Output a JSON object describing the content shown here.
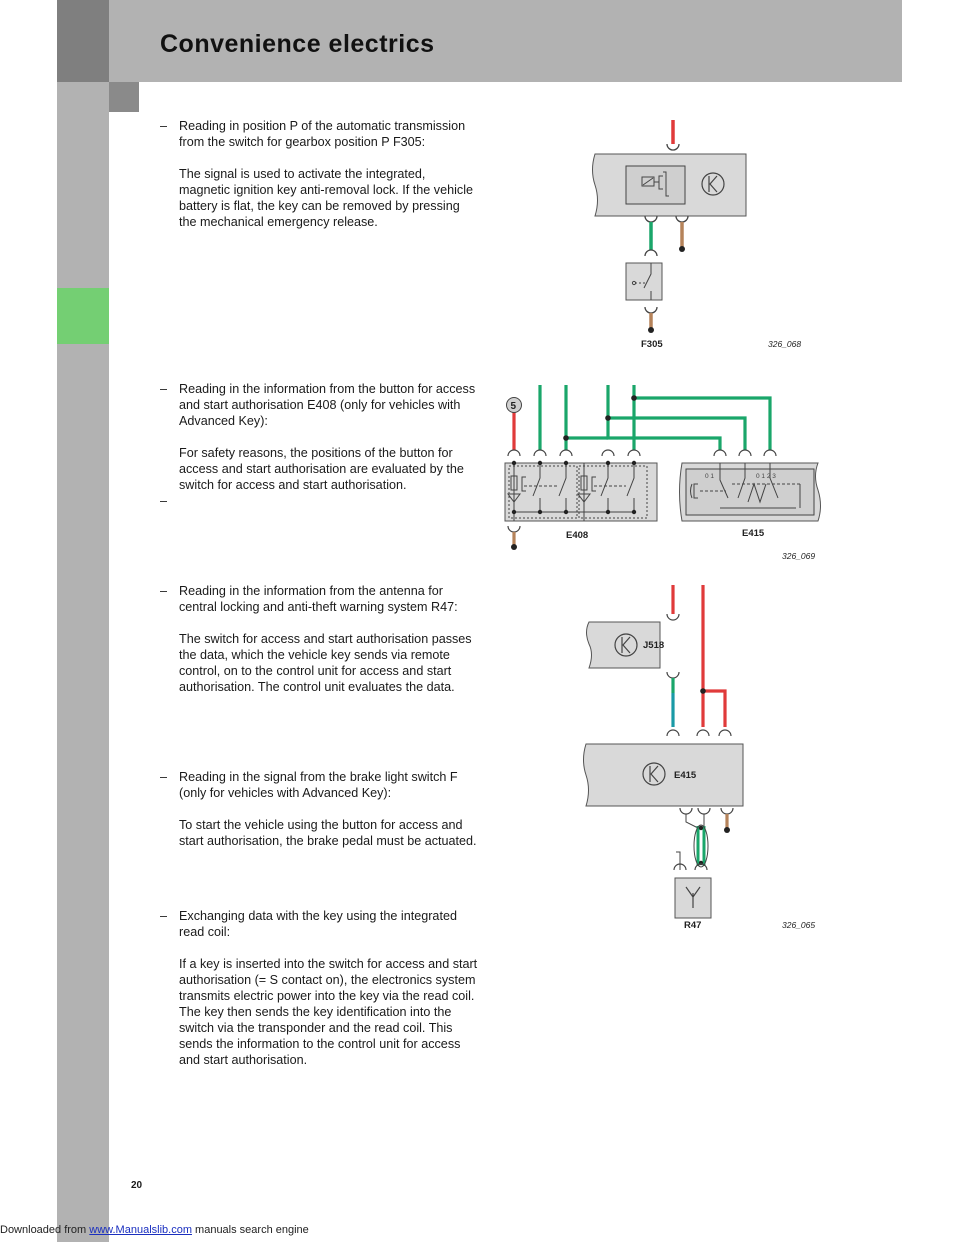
{
  "header": {
    "title": "Convenience electrics"
  },
  "paragraphs": [
    {
      "dash": "–",
      "lead": "Reading in position P of the automatic transmission from the switch for gearbox position P F305:",
      "body": "The signal is used to activate the integrated, magnetic ignition key anti-removal lock. If the vehicle battery is flat, the key can be removed by pressing the mechanical emergency release."
    },
    {
      "dash": "–",
      "lead": "Reading in the information from the button for access and start authorisation E408 (only for vehicles with Advanced Key):",
      "body": "For safety reasons, the positions of the button for access and start authorisation are evaluated by the switch for access and start authorisation.",
      "trailing_dash": "–"
    },
    {
      "dash": "–",
      "lead": "Reading in the information from the antenna for central locking and anti-theft warning system R47:",
      "body": "The switch for access and start authorisation passes the data, which the vehicle key sends via remote control, on to the control unit for access and start authorisation. The control unit evaluates the data."
    },
    {
      "dash": "–",
      "lead": "Reading in the signal from the brake light switch F (only for vehicles with Advanced Key):",
      "body": "To start the vehicle using the button for access and start authorisation, the brake pedal must be actuated."
    },
    {
      "dash": "–",
      "lead": "Exchanging data with the key using the integrated read coil:",
      "body": "If a key is inserted into the switch for access and start authorisation (= S contact on), the electronics system transmits electric power into the key via the read coil. The key then sends the key identification into the switch via the transponder and the read coil. This sends the information to the control unit for access and start authorisation."
    }
  ],
  "diagrams": {
    "d1": {
      "component_label": "F305",
      "figure_id": "326_068"
    },
    "d2": {
      "marker": "5",
      "label_left": "E408",
      "label_right": "E415",
      "figure_id": "326_069",
      "switch_marks_1": "0 1",
      "switch_marks_2": "0 1 2 3"
    },
    "d3": {
      "control_unit_label": "J518",
      "switch_label": "E415",
      "antenna_label": "R47",
      "figure_id": "326_065"
    }
  },
  "page_number": "20",
  "footer": {
    "prefix": "Downloaded from ",
    "link": "www.Manualslib.com",
    "suffix": " manuals search engine"
  },
  "colors": {
    "wire_red": "#e03a3a",
    "wire_green": "#1aa66a",
    "wire_brown": "#b5835a",
    "box_grey": "#d9d9d9",
    "sidebar_green": "#74cf73"
  }
}
